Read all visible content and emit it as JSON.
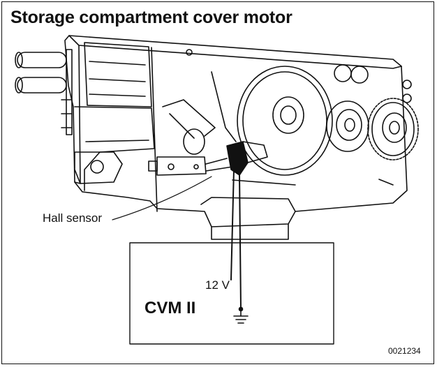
{
  "diagram": {
    "title": "Storage compartment cover motor",
    "labels": {
      "hall_sensor": "Hall sensor",
      "voltage": "12 V",
      "control_unit": "CVM II",
      "figure_code": "0021234"
    }
  },
  "colors": {
    "line": "#111111",
    "background": "#ffffff"
  }
}
